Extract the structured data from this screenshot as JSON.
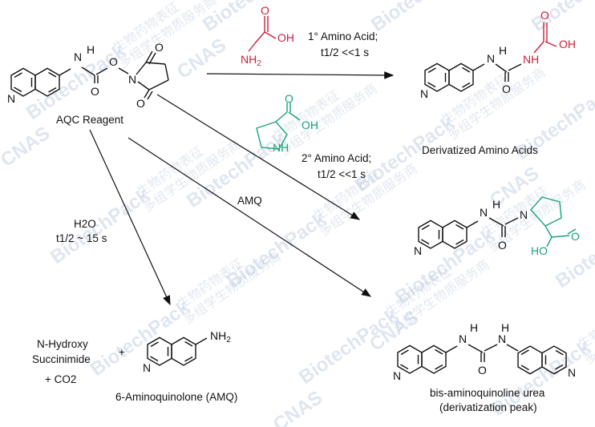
{
  "watermark": {
    "brand": "BiotechPack",
    "cn_line1": "生物药物表征",
    "cn_line2": "多组学生物质服务商",
    "cnas": "CNAS"
  },
  "reagent": {
    "label": "AQC Reagent"
  },
  "reactions": {
    "primary_condition_line1": "1° Amino Acid;",
    "primary_condition_line2": "t1/2 <<1 s",
    "secondary_condition_line1": "2° Amino Acid;",
    "secondary_condition_line2": "t1/2 <<1 s",
    "amq_label": "AMQ",
    "water_label": "H2O",
    "water_time": "t1/2 ~ 15 s"
  },
  "products": {
    "derivatized": "Derivatized Amino Acids",
    "byproduct_nhs_line1": "N-Hydroxy",
    "byproduct_nhs_line2": "Succinimide",
    "byproduct_co2": "+ CO2",
    "plus": "+",
    "amq_name": "6-Aminoquinolone (AMQ)",
    "urea_line1": "bis-aminoquinoline urea",
    "urea_line2": "(derivatization peak)"
  },
  "colors": {
    "red_amino": "#cc1f3a",
    "green_proline": "#1aa37a",
    "ink": "#111111",
    "watermark": "#9fb4cf"
  }
}
